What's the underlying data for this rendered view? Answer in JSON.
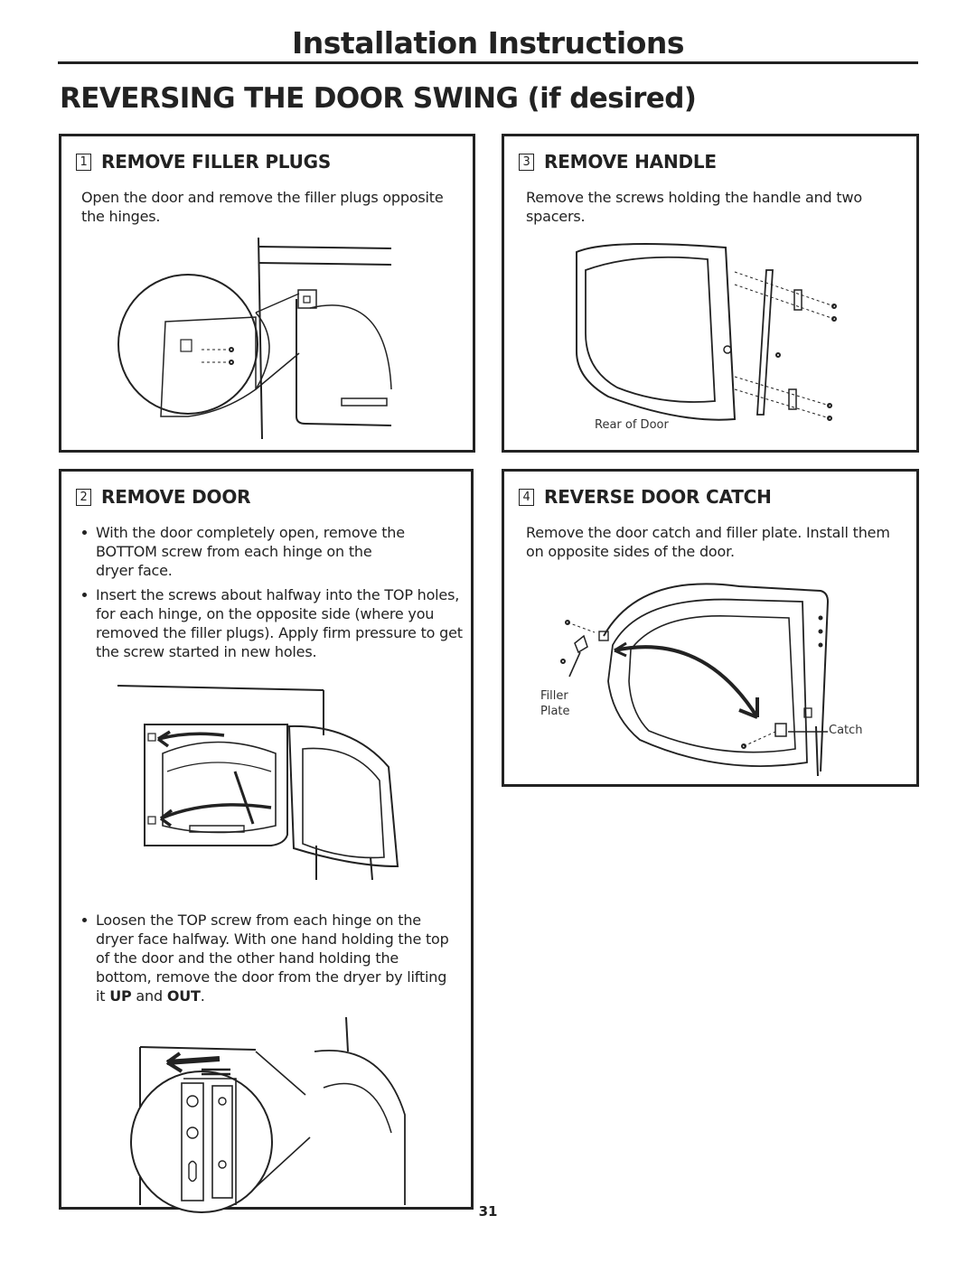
{
  "header": {
    "title": "Installation Instructions"
  },
  "page_heading": "REVERSING THE DOOR SWING (if desired)",
  "steps": [
    {
      "number": "1",
      "title": "REMOVE FILLER PLUGS",
      "text": "Open the door and remove the filler plugs opposite the hinges."
    },
    {
      "number": "2",
      "title": "REMOVE DOOR",
      "bullets": [
        "With the door completely open, remove the BOTTOM screw from each hinge on the dryer face.",
        "Insert the screws about halfway into the TOP holes, for each hinge, on the opposite side (where you removed the filler plugs). Apply firm pressure to get the screw started in new holes."
      ],
      "bullet3": {
        "before": "Loosen the TOP screw from each hinge on the dryer face halfway. With one hand holding the top of the door and the other hand holding the bottom, remove the door from the dryer by lifting it ",
        "up": "UP",
        "and": " and ",
        "out": "OUT",
        "end": "."
      }
    },
    {
      "number": "3",
      "title": "REMOVE HANDLE",
      "text": "Remove the screws holding the handle and two spacers.",
      "caption": "Rear of Door"
    },
    {
      "number": "4",
      "title": "REVERSE DOOR CATCH",
      "text": "Remove the door catch and filler plate. Install them on opposite sides of the door.",
      "caption_filler": "Filler Plate",
      "caption_catch": "Catch"
    }
  ],
  "page_number": "31"
}
